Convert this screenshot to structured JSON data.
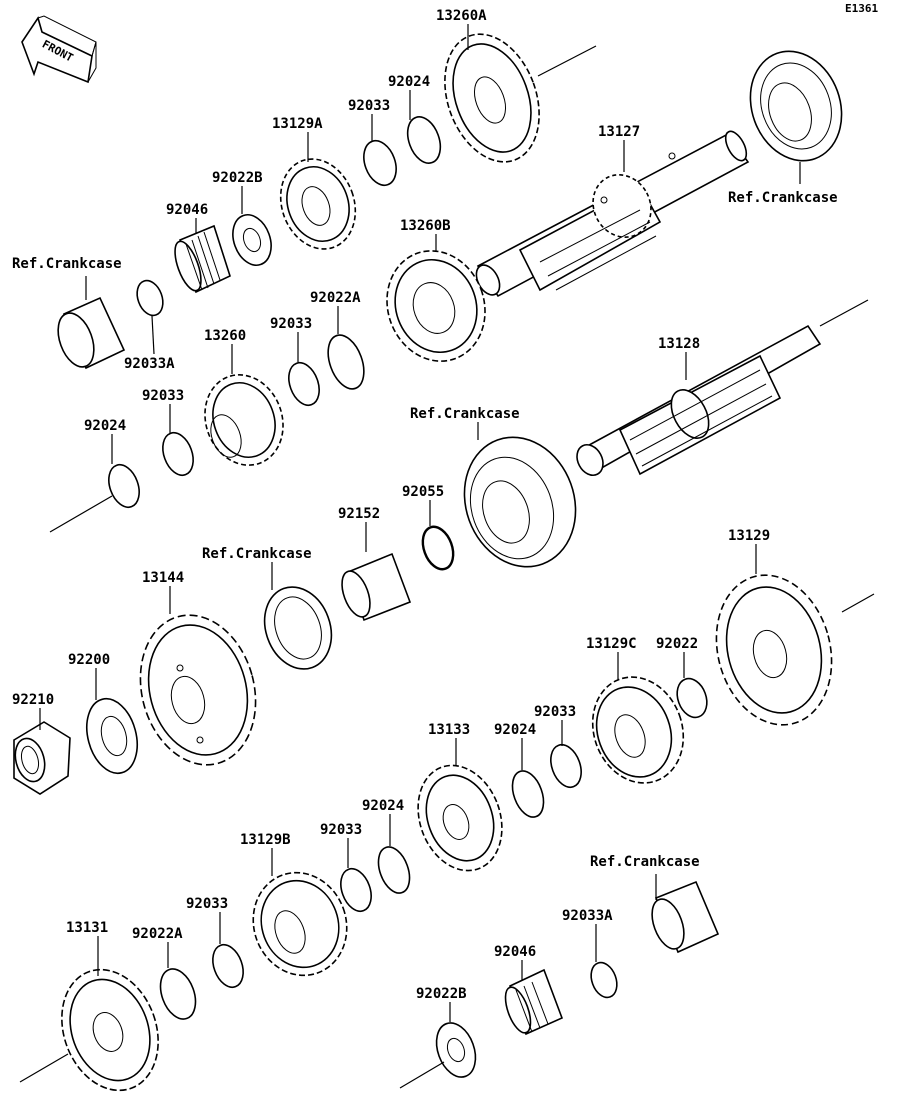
{
  "diagram_code": "E1361",
  "front_label": "FRONT",
  "labels": {
    "p13260A": "13260A",
    "p92024_top": "92024",
    "p92033_top": "92033",
    "p13129A": "13129A",
    "p13127": "13127",
    "p92022B_top": "92022B",
    "p92046_top": "92046",
    "ref_crankcase_tr": "Ref.Crankcase",
    "ref_crankcase_tl": "Ref.Crankcase",
    "p13260B": "13260B",
    "p92022A_mid": "92022A",
    "p92033A_top": "92033A",
    "p92033_mid1": "92033",
    "p13260": "13260",
    "p13128": "13128",
    "p92033_mid2": "92033",
    "ref_crankcase_mid": "Ref.Crankcase",
    "p92024_mid": "92024",
    "p92055": "92055",
    "p92152": "92152",
    "ref_crankcase_low": "Ref.Crankcase",
    "p13129": "13129",
    "p13144": "13144",
    "p92200": "92200",
    "p13129C": "13129C",
    "p92022": "92022",
    "p92210": "92210",
    "p92033_low1": "92033",
    "p13133": "13133",
    "p92024_low1": "92024",
    "p92024_low2": "92024",
    "p92033_low2": "92033",
    "p13129B": "13129B",
    "ref_crankcase_br": "Ref.Crankcase",
    "p92033_low3": "92033",
    "p92033A_low": "92033A",
    "p13131": "13131",
    "p92022A_low": "92022A",
    "p92046_low": "92046",
    "p92022B_low": "92022B"
  }
}
